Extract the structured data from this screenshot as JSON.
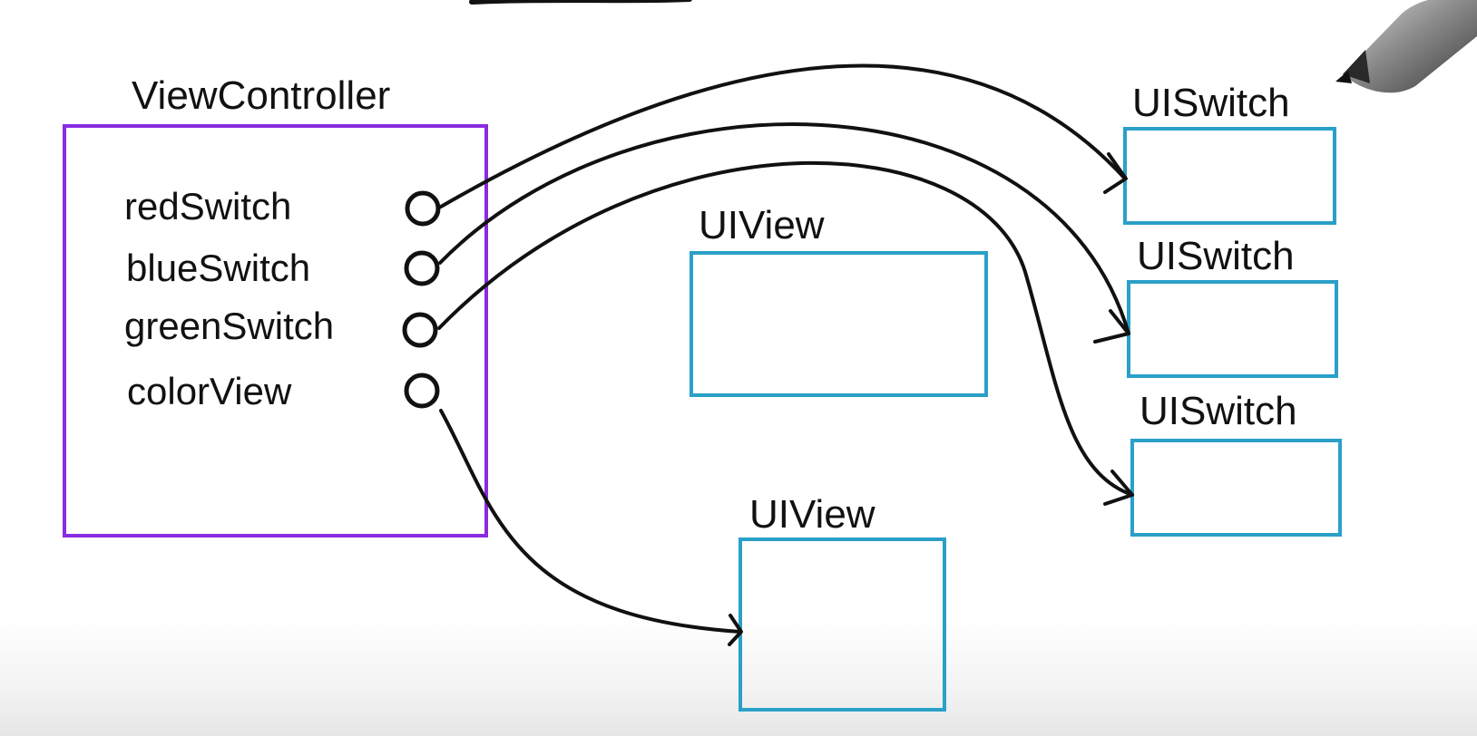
{
  "colors": {
    "controller_border": "#8a2be2",
    "view_border": "#2aa0c8",
    "ink": "#111111"
  },
  "controller": {
    "title": "ViewController",
    "outlets": [
      {
        "id": "redSwitch",
        "label": "redSwitch"
      },
      {
        "id": "blueSwitch",
        "label": "blueSwitch"
      },
      {
        "id": "greenSwitch",
        "label": "greenSwitch"
      },
      {
        "id": "colorView",
        "label": "colorView"
      }
    ]
  },
  "views": [
    {
      "id": "switch-1",
      "label": "UISwitch"
    },
    {
      "id": "switch-2",
      "label": "UISwitch"
    },
    {
      "id": "switch-3",
      "label": "UISwitch"
    },
    {
      "id": "uiview-1",
      "label": "UIView"
    },
    {
      "id": "uiview-2",
      "label": "UIView"
    }
  ],
  "connections": [
    {
      "from": "redSwitch",
      "to": "switch-1"
    },
    {
      "from": "blueSwitch",
      "to": "switch-2"
    },
    {
      "from": "greenSwitch",
      "to": "switch-3"
    },
    {
      "from": "colorView",
      "to": "uiview-2"
    }
  ],
  "decorations": [
    "pen-tip-icon"
  ]
}
